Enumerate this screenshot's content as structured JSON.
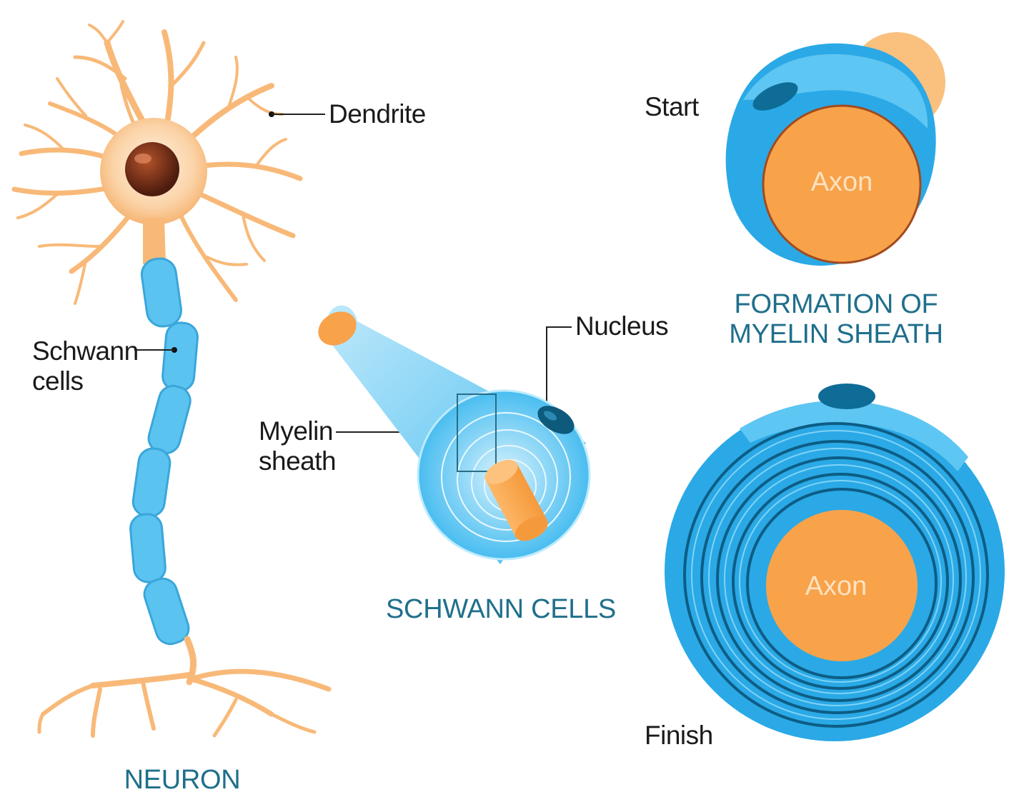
{
  "neuron": {
    "caption": "NEURON",
    "labels": {
      "dendrite": "Dendrite",
      "schwann_cells_line1": "Schwann",
      "schwann_cells_line2": "cells"
    }
  },
  "schwann": {
    "caption": "SCHWANN CELLS",
    "labels": {
      "nucleus": "Nucleus",
      "myelin_line1": "Myelin",
      "myelin_line2": "sheath"
    }
  },
  "formation": {
    "caption_line1": "FORMATION OF",
    "caption_line2": "MYELIN SHEATH",
    "start_label": "Start",
    "finish_label": "Finish",
    "axon_label": "Axon"
  },
  "colors": {
    "neuron_orange": "#f8b978",
    "axon_orange": "#f8a24a",
    "myelin_blue": "#2aa9e6",
    "myelin_light": "#8fd6f7",
    "caption_teal": "#1f6f8b",
    "nucleus_brown": "#6b2a17"
  }
}
